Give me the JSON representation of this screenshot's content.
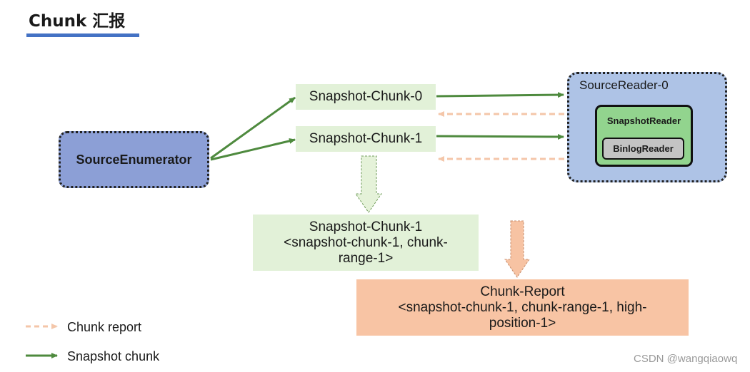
{
  "header": {
    "title": "Chunk 汇报"
  },
  "nodes": {
    "enumerator": "SourceEnumerator",
    "chunk_0": "Snapshot-Chunk-0",
    "chunk_1": "Snapshot-Chunk-1",
    "reader": {
      "title": "SourceReader-0",
      "snapshot_reader": "SnapshotReader",
      "binlog_reader": "BinlogReader"
    },
    "result_chunk": {
      "line1": "Snapshot-Chunk-1",
      "line2": "<snapshot-chunk-1, chunk-",
      "line3": "range-1>"
    },
    "chunk_report": {
      "line1": "Chunk-Report",
      "line2": "<snapshot-chunk-1, chunk-range-1, high-",
      "line3": "position-1>"
    }
  },
  "legend": {
    "report_label": "Chunk report",
    "snapshot_label": "Snapshot chunk"
  },
  "watermark": "CSDN @wangqiaowq",
  "colors": {
    "snapshot_arrow": "#4e8a3e",
    "report_arrow": "#f4c6a9",
    "enumerator_fill": "#8c9fd6",
    "reader_fill": "#aec3e6",
    "snapshot_reader_fill": "#92d48e",
    "binlog_reader_fill": "#c4c4c4",
    "chunk_fill": "#e2f1d8",
    "report_fill": "#f8c4a4",
    "title_underline": "#4472c4"
  }
}
